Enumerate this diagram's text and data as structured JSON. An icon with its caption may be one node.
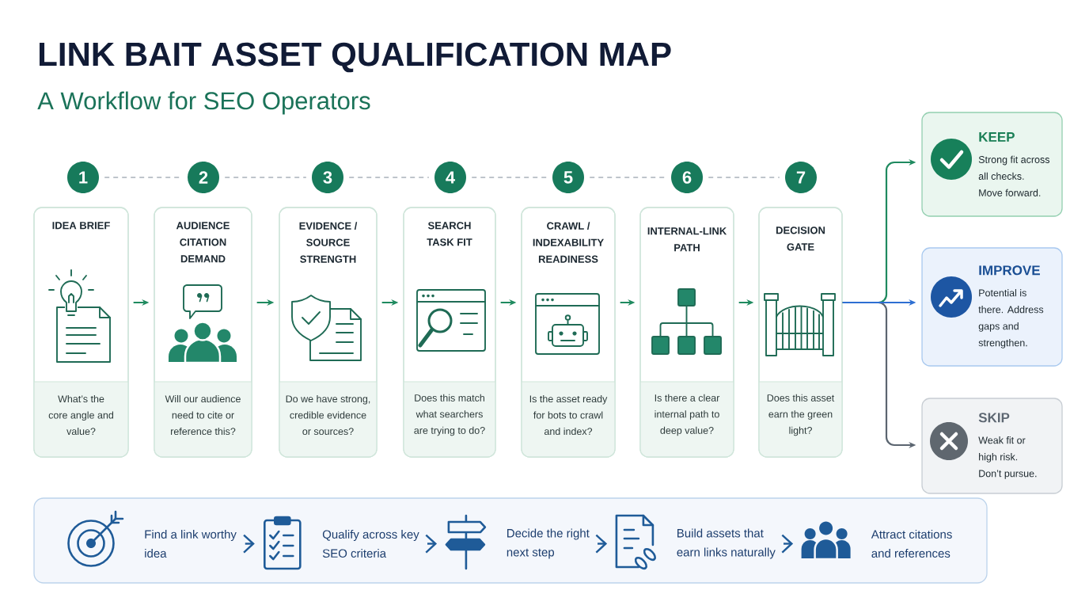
{
  "diagram": {
    "title": "LINK BAIT ASSET QUALIFICATION MAP",
    "nodes": [
      {
        "text": [
          "1"
        ]
      },
      {
        "text": [
          "2"
        ]
      },
      {
        "text": [
          "3"
        ]
      },
      {
        "text": [
          "4"
        ]
      },
      {
        "text": [
          "5"
        ]
      },
      {
        "text": [
          "6"
        ]
      },
      {
        "text": [
          "7"
        ]
      },
      {
        "text": [
          "IDEA BRIEF",
          "What’s the core angle and value?"
        ]
      },
      {
        "text": [
          "AUDIENCE CITATION DEMAND",
          "Will our audience need to cite or reference this?"
        ]
      },
      {
        "text": [
          "EVIDENCE / SOURCE STRENGTH",
          "Do we have strong, credible evidence or sources?"
        ]
      },
      {
        "text": [
          "SEARCH TASK FIT",
          "Does this match what searchers are trying to do?"
        ]
      },
      {
        "text": [
          "CRAWL / INDEXABILITY READINESS",
          "Is the asset ready for bots to crawl and index?"
        ]
      },
      {
        "text": [
          "INTERNAL-LINK PATH",
          "Is there a clear internal path to deep value?"
        ]
      },
      {
        "text": [
          "DECISION GATE",
          "Does this asset earn the green light?"
        ]
      },
      {
        "text": [
          "KEEP",
          "Strong fit across all checks. Move forward."
        ]
      },
      {
        "text": [
          "IMPROVE",
          "Potential is there. Address gaps and strengthen."
        ]
      },
      {
        "text": [
          "SKIP",
          "Weak fit or high risk. Don’t pursue."
        ]
      },
      {
        "text": [],
        "shape": "box"
      },
      {
        "text": [
          "Find a link worthy idea"
        ],
        "in": 17
      },
      {
        "text": [
          "Qualify across key SEO criteria"
        ],
        "in": 17
      },
      {
        "text": [
          "Decide the right next step"
        ],
        "in": 17
      },
      {
        "text": [
          "Build assets that earn links naturally"
        ],
        "in": 17
      },
      {
        "text": [
          "Attract citations and references"
        ],
        "in": 17
      }
    ],
    "edges": [
      {
        "from": 0,
        "to": 1,
        "arrow": "none",
        "style": "dashed",
        "color": "#a9b1ba"
      },
      {
        "from": 1,
        "to": 2,
        "arrow": "none",
        "style": "dashed",
        "color": "#a9b1ba"
      },
      {
        "from": 2,
        "to": 3,
        "arrow": "none",
        "style": "dashed",
        "color": "#a9b1ba"
      },
      {
        "from": 3,
        "to": 4,
        "arrow": "none",
        "style": "dashed",
        "color": "#a9b1ba"
      },
      {
        "from": 4,
        "to": 5,
        "arrow": "none",
        "style": "dashed",
        "color": "#a9b1ba"
      },
      {
        "from": 5,
        "to": 6,
        "arrow": "none",
        "style": "dashed",
        "color": "#a9b1ba"
      },
      {
        "from": 7,
        "to": 8,
        "arrow": "to"
      },
      {
        "from": 8,
        "to": 9,
        "arrow": "to"
      },
      {
        "from": 9,
        "to": 10,
        "arrow": "to"
      },
      {
        "from": 10,
        "to": 11,
        "arrow": "to"
      },
      {
        "from": 11,
        "to": 12,
        "arrow": "to"
      },
      {
        "from": 12,
        "to": 13,
        "arrow": "to"
      },
      {
        "from": 13,
        "to": 14,
        "arrow": "to"
      },
      {
        "from": 13,
        "to": 15,
        "arrow": "to",
        "color": "#2d6fd2"
      },
      {
        "from": 13,
        "to": 16,
        "arrow": "to",
        "color": "#5b6570"
      },
      {
        "from": 18,
        "to": 19,
        "arrow": "to",
        "color": "#1f5b98"
      },
      {
        "from": 19,
        "to": 20,
        "arrow": "to",
        "color": "#1f5b98"
      },
      {
        "from": 20,
        "to": 21,
        "arrow": "to",
        "color": "#1f5b98"
      },
      {
        "from": 21,
        "to": 22,
        "arrow": "to",
        "color": "#1f5b98"
      }
    ],
    "labels": [
      "A Workflow for SEO Operators"
    ]
  }
}
